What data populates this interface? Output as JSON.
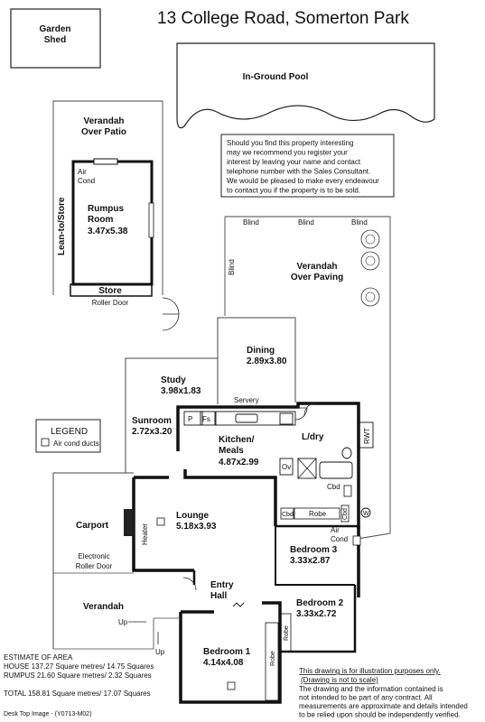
{
  "title": "13 College Road, Somerton Park",
  "rooms": {
    "garden_shed": "Garden\nShed",
    "pool": "In-Ground Pool",
    "verandah_patio": "Verandah\nOver Patio",
    "rumpus_name": "Rumpus\nRoom",
    "rumpus_dims": "3.47x5.38",
    "air_cond_rumpus": "Air\nCond",
    "lean_to": "Lean-to/Store",
    "store": "Store",
    "roller_door": "Roller Door",
    "verandah_paving": "Verandah\nOver Paving",
    "blind": "Blind",
    "dining_name": "Dining",
    "dining_dims": "2.89x3.80",
    "study_name": "Study",
    "study_dims": "3.98x1.83",
    "servery": "Servery",
    "sunroom_name": "Sunroom",
    "sunroom_dims": "2.72x3.20",
    "kitchen_name": "Kitchen/\nMeals",
    "kitchen_dims": "4.87x2.99",
    "pantry": "P",
    "fs": "Fs",
    "ldry": "L/dry",
    "rwt": "RWT",
    "ov": "Ov",
    "cbd": "Cbd",
    "robe": "Robe",
    "wh": "W",
    "air_cond": "Air\nCond",
    "lounge_name": "Lounge",
    "lounge_dims": "5.18x3.93",
    "heater": "Heater",
    "carport": "Carport",
    "electronic_roller_door": "Electronic\nRoller Door",
    "verandah": "Verandah",
    "up": "Up",
    "entry_hall": "Entry\nHall",
    "bedroom1_name": "Bedroom 1",
    "bedroom1_dims": "4.14x4.08",
    "bedroom2_name": "Bedroom 2",
    "bedroom2_dims": "3.33x2.72",
    "bedroom3_name": "Bedroom 3",
    "bedroom3_dims": "3.33x2.87"
  },
  "notice": "Should you find this property interesting\nmay we recommend you register your\ninterest by leaving your name and contact\ntelephone number with the Sales Consultant.\nWe would be pleased to make every endeavour\nto contact you if the property is to be sold.",
  "legend": {
    "title": "LEGEND",
    "item": "Air cond ducts"
  },
  "area": {
    "heading": "ESTIMATE OF AREA",
    "house": "HOUSE   137.27 Square metres/  14.75 Squares",
    "rumpus": "RUMPUS 21.60 Square metres/   2.32 Squares",
    "total": "TOTAL   158.81 Square metres/  17.07 Squares"
  },
  "disclaimer": {
    "line1": "This drawing is for illustration purposes only.",
    "line2": "(Drawing is not to scale)",
    "body": "The drawing and the information contained is\nnot intended to be part of any contract.  All\nmeasurements are approximate and details intended\nto be relied upon should be independently verified."
  },
  "footer": "Desk Top Image - (Y0713-M02)"
}
